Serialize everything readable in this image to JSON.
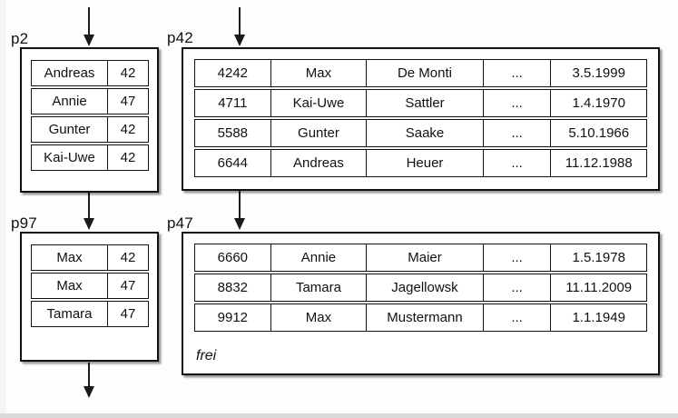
{
  "diagram": {
    "title_hint": "database index pages pointing to data pages",
    "colors": {
      "line": "#1a1a1a",
      "page_background": "#ffffff",
      "canvas_background": "#fdfdfd",
      "bottom_bar": "#d9d9d9"
    },
    "index_pages": {
      "p2": {
        "label": "p2",
        "rows": [
          [
            "Andreas",
            "42"
          ],
          [
            "Annie",
            "47"
          ],
          [
            "Gunter",
            "42"
          ],
          [
            "Kai-Uwe",
            "42"
          ]
        ]
      },
      "p97": {
        "label": "p97",
        "rows": [
          [
            "Max",
            "42"
          ],
          [
            "Max",
            "47"
          ],
          [
            "Tamara",
            "47"
          ]
        ]
      }
    },
    "data_pages": {
      "p42": {
        "label": "p42",
        "rows": [
          [
            "4242",
            "Max",
            "De Monti",
            "...",
            "3.5.1999"
          ],
          [
            "4711",
            "Kai-Uwe",
            "Sattler",
            "...",
            "1.4.1970"
          ],
          [
            "5588",
            "Gunter",
            "Saake",
            "...",
            "5.10.1966"
          ],
          [
            "6644",
            "Andreas",
            "Heuer",
            "...",
            "11.12.1988"
          ]
        ]
      },
      "p47": {
        "label": "p47",
        "rows": [
          [
            "6660",
            "Annie",
            "Maier",
            "...",
            "1.5.1978"
          ],
          [
            "8832",
            "Tamara",
            "Jagellowsk",
            "...",
            "11.11.2009"
          ],
          [
            "9912",
            "Max",
            "Mustermann",
            "...",
            "1.1.1949"
          ]
        ],
        "free_label": "frei"
      }
    }
  }
}
